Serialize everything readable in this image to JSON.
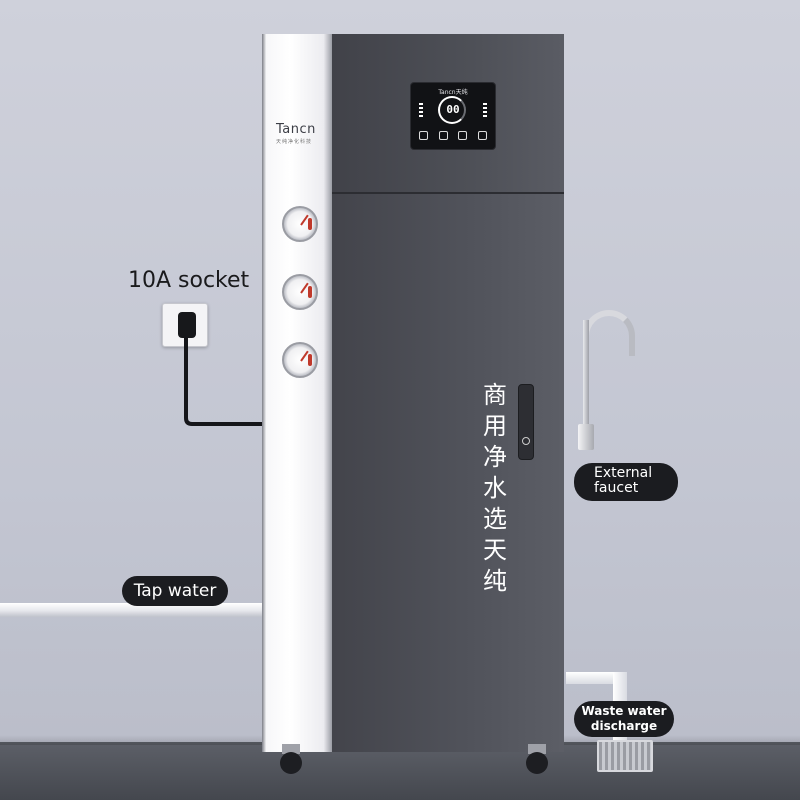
{
  "labels": {
    "socket": "10A socket",
    "tap_water": "Tap water",
    "external_faucet_line1": "External",
    "external_faucet_line2": "faucet",
    "waste_line1": "Waste water",
    "waste_line2": "discharge"
  },
  "machine": {
    "brand": "Tancn",
    "brand_sub": "天纯净化科技",
    "display_brand": "Tancn天纯",
    "display_digits": "00",
    "vertical_text": "商用净水选天纯"
  },
  "colors": {
    "wall": "#c6c9d4",
    "floor": "#4b4e55",
    "cabinet_front": "#4c4e55",
    "label_bg": "#1b1c20"
  }
}
